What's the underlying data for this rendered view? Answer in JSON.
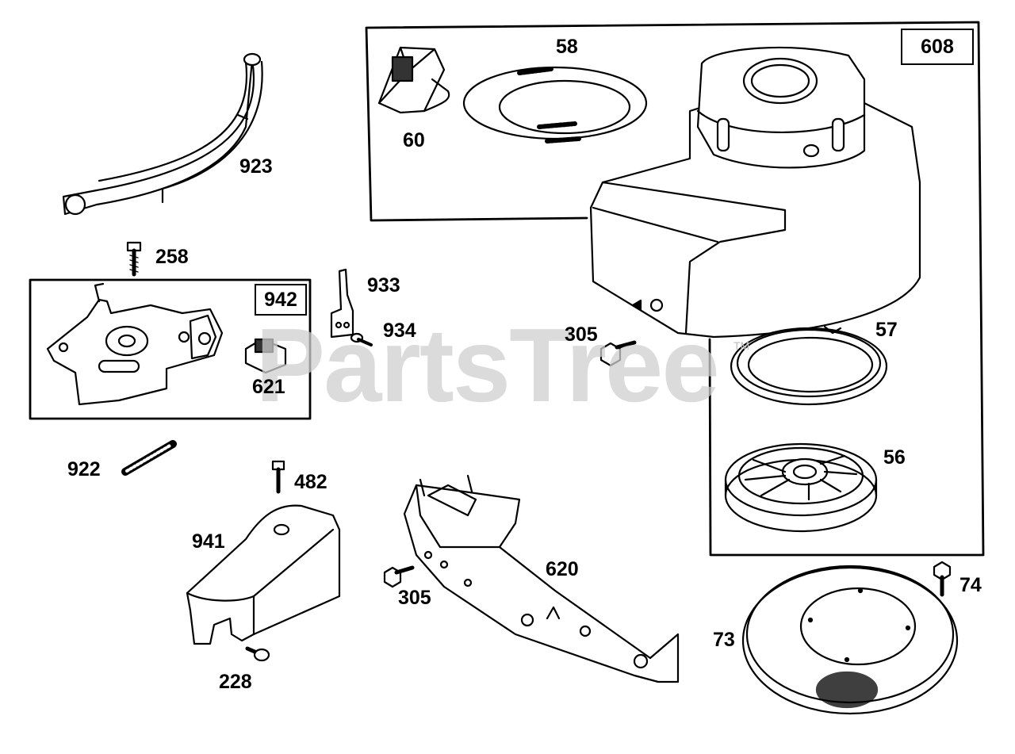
{
  "watermark": {
    "text": "PartsTree",
    "trademark": "TM"
  },
  "kit_labels": {
    "k608": "608",
    "k942": "942"
  },
  "parts": {
    "p923": "923",
    "p258": "258",
    "p933": "933",
    "p934": "934",
    "p621": "621",
    "p922": "922",
    "p482": "482",
    "p941": "941",
    "p228": "228",
    "p305a": "305",
    "p305b": "305",
    "p620": "620",
    "p58": "58",
    "p60": "60",
    "p57": "57",
    "p56": "56",
    "p74": "74",
    "p73": "73"
  }
}
